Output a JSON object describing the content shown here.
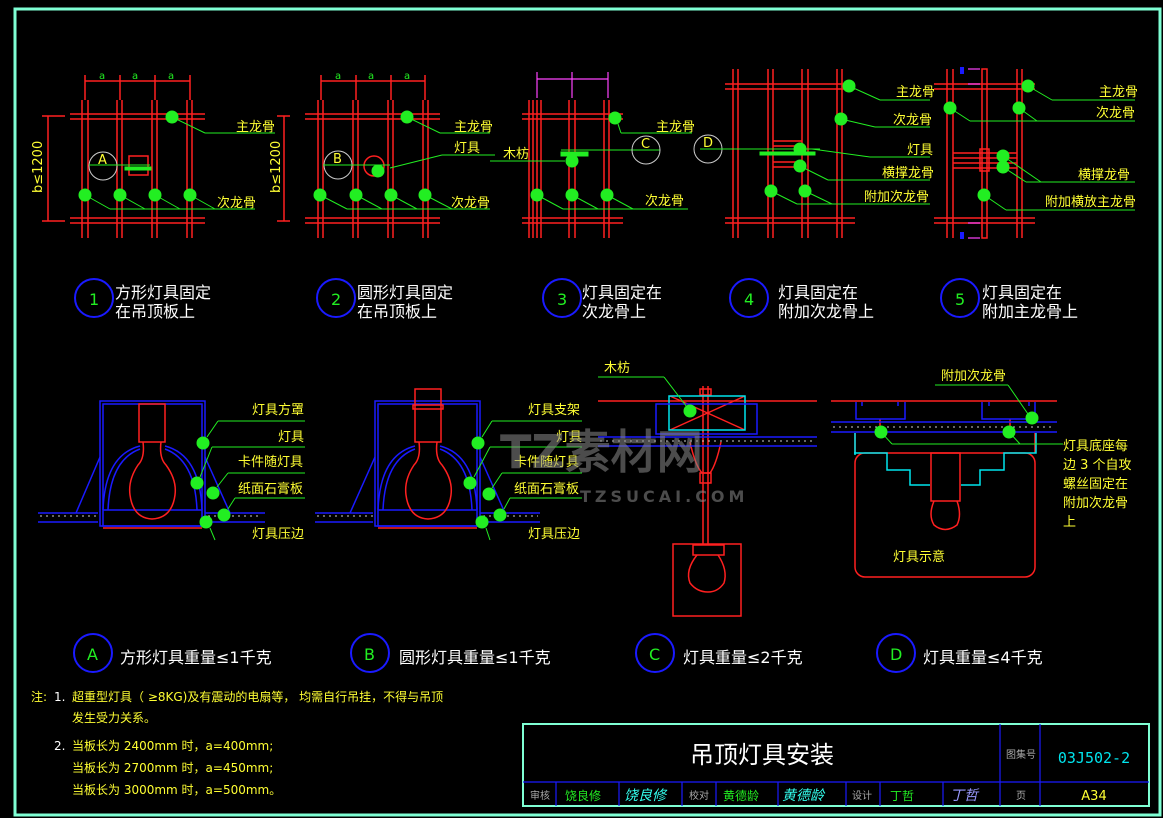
{
  "colors": {
    "background": "#000000",
    "frame": "#7fffd4",
    "keel": "#ff2020",
    "leader": "#22ee22",
    "label": "#ffff33",
    "caption": "#ffffff",
    "circle": "#1a1aff",
    "tb_line": "#1a1aff"
  },
  "top_details": [
    {
      "id": "1",
      "dims": [
        "a",
        "a",
        "a"
      ],
      "height_dim": "b≤1200",
      "callout": "A",
      "labels": [
        "主龙骨",
        "次龙骨"
      ],
      "caption": [
        "方形灯具固定",
        "在吊顶板上"
      ]
    },
    {
      "id": "2",
      "dims": [
        "a",
        "a",
        "a"
      ],
      "height_dim": "b≤1200",
      "callout": "B",
      "labels": [
        "主龙骨",
        "灯具",
        "次龙骨"
      ],
      "caption": [
        "圆形灯具固定",
        "在吊顶板上"
      ]
    },
    {
      "id": "3",
      "labels": [
        "木枋",
        "主龙骨",
        "次龙骨"
      ],
      "callout": "C",
      "caption": [
        "灯具固定在",
        "次龙骨上"
      ]
    },
    {
      "id": "4",
      "callout": "D",
      "labels": [
        "主龙骨",
        "次龙骨",
        "灯具",
        "横撑龙骨",
        "附加次龙骨"
      ],
      "caption": [
        "灯具固定在",
        "附加次龙骨上"
      ]
    },
    {
      "id": "5",
      "labels": [
        "主龙骨",
        "次龙骨",
        "横撑龙骨",
        "附加横放主龙骨"
      ],
      "caption": [
        "灯具固定在",
        "附加主龙骨上"
      ]
    }
  ],
  "bottom_details": [
    {
      "id": "A",
      "labels": [
        "灯具方罩",
        "灯具",
        "卡件随灯具",
        "纸面石膏板",
        "灯具压边"
      ],
      "caption": "方形灯具重量≤1千克"
    },
    {
      "id": "B",
      "labels": [
        "灯具支架",
        "灯具",
        "卡件随灯具",
        "纸面石膏板",
        "灯具压边"
      ],
      "caption": "圆形灯具重量≤1千克"
    },
    {
      "id": "C",
      "labels": [
        "木枋"
      ],
      "caption": "灯具重量≤2千克"
    },
    {
      "id": "D",
      "labels": [
        "附加次龙骨",
        "灯具示意"
      ],
      "note_lines": [
        "灯具底座每",
        "边 3 个自攻",
        "螺丝固定在",
        "附加次龙骨",
        "上"
      ],
      "caption": "灯具重量≤4千克"
    }
  ],
  "notes": {
    "prefix": "注:",
    "items": [
      {
        "num": "1.",
        "lines": [
          "超重型灯具（      ≥8KG)及有震动的电扇等，                    均需自行吊挂，不得与吊顶",
          "发生受力关系。"
        ]
      },
      {
        "num": "2.",
        "lines": [
          "当板长为    2400mm     时，a=400mm;",
          "当板长为    2700mm     时，a=450mm;",
          "当板长为    3000mm     时，a=500mm。"
        ]
      }
    ]
  },
  "title_block": {
    "title": "吊顶灯具安装",
    "atlas_label": "图集号",
    "atlas_no": "03J502-2",
    "review_label": "审核",
    "review_name": "饶良修",
    "review_sign": "饶良修",
    "check_label": "校对",
    "check_name": "黄德龄",
    "check_sign": "黄德龄",
    "design_label": "设计",
    "design_name": "丁哲",
    "design_sign": "丁哲",
    "page_label": "页",
    "page_no": "A34"
  },
  "watermark": {
    "cn": "TZ素材网",
    "en": "TZSUCAI.COM"
  }
}
